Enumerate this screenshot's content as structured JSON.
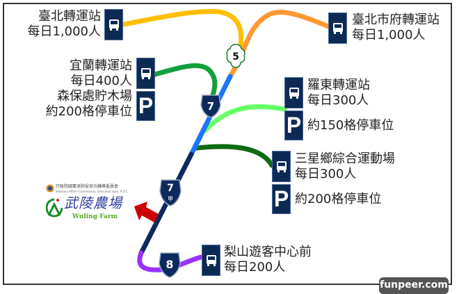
{
  "stations": [
    {
      "name": "臺北轉運站",
      "daily": "每日1,000人"
    },
    {
      "name": "臺北市府轉運站",
      "daily": "每日1,000人"
    },
    {
      "name": "宜蘭轉運站",
      "daily": "每日400人",
      "parking_name": "森保處貯木場",
      "parking": "約200格停車位"
    },
    {
      "name": "羅東轉運站",
      "daily": "每日300人",
      "parking": "約150格停車位"
    },
    {
      "name": "三星鄉綜合運動場",
      "daily": "每日300人",
      "parking": "約200格停車位"
    },
    {
      "name": "梨山遊客中心前",
      "daily": "每日200人"
    }
  ],
  "routes": {
    "r5": "5",
    "r7": "7",
    "r7a": "7",
    "r7a_sub": "甲",
    "r8": "8"
  },
  "parking_symbol": "P",
  "logo": {
    "org": "行政院國軍退除役官兵輔導委員會",
    "org_en": "Veterans Affairs Commission, Executive Yuan, R.O.C.",
    "name": "武陵農場",
    "name_en": "Wuling Farm"
  },
  "watermark": "funpeer.com",
  "colors": {
    "yellow": "#ffbf00",
    "orange": "#ff9933",
    "green": "#12a03c",
    "light_green": "#66ff66",
    "dark_green": "#0f6b12",
    "blue": "#1a75ff",
    "navy": "#0d2a5e",
    "purple": "#9933ff",
    "arrow": "#cc0000"
  }
}
